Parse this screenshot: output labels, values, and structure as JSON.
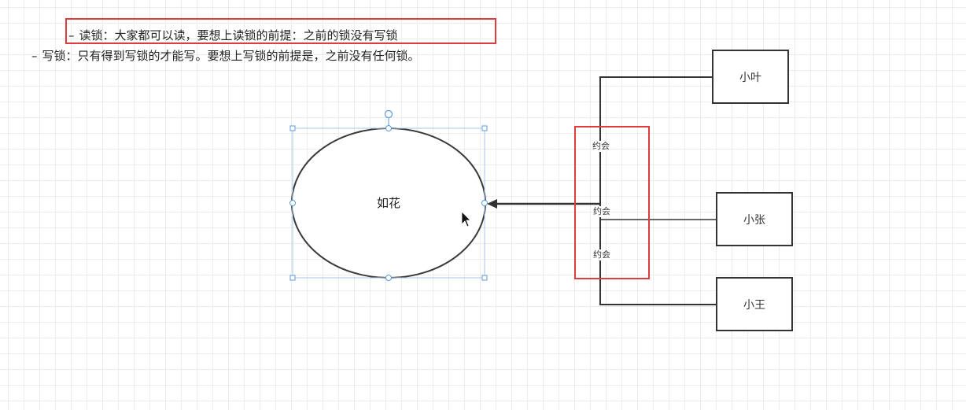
{
  "notes": {
    "read_lock": "读锁：大家都可以读，要想上读锁的前提：之前的锁没有写锁",
    "write_lock": "写锁：只有得到写锁的才能写。要想上写锁的前提是，之前没有任何锁。"
  },
  "diagram": {
    "center_node": "如花",
    "nodes": [
      "小叶",
      "小张",
      "小王"
    ],
    "edge_label": "约会"
  },
  "colors": {
    "highlight": "#e03c3c",
    "stroke": "#333333",
    "selection": "#5b9bd5",
    "grid": "#ececec"
  }
}
